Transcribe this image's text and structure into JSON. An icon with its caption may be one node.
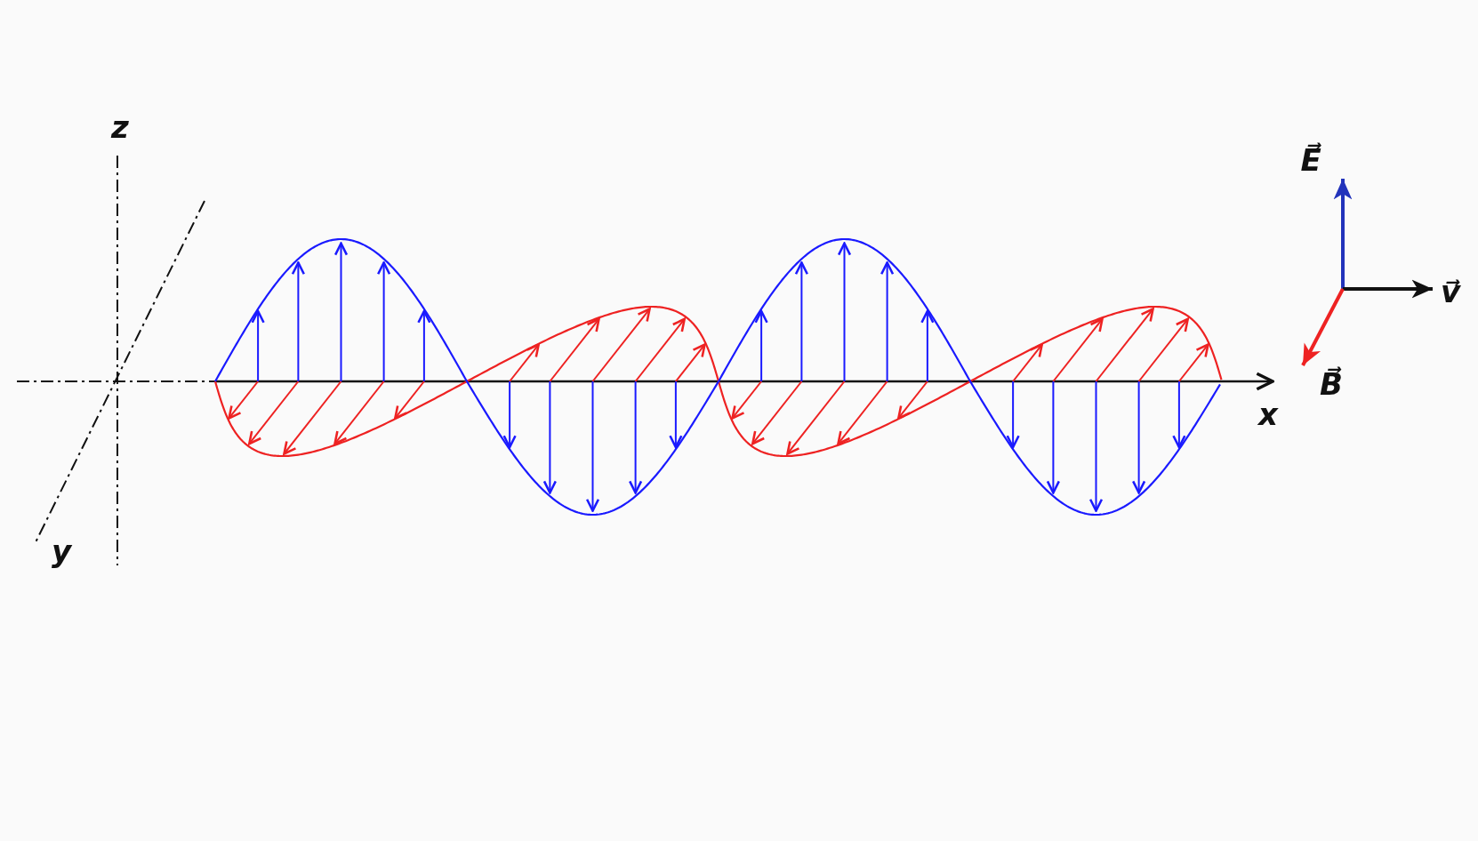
{
  "diagram": {
    "labels": [
      "z",
      "E⃗",
      "v⃗",
      "B⃗",
      "x",
      "y"
    ]
  }
}
